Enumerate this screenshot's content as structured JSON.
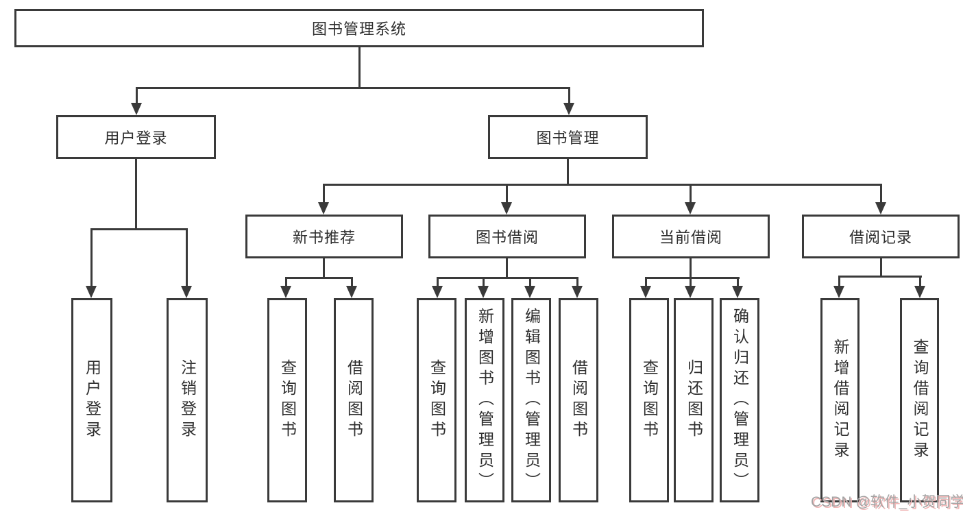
{
  "tree": {
    "root": {
      "label": "图书管理系统"
    },
    "branches": [
      {
        "label": "用户登录",
        "children": [
          {
            "label": "用户登录"
          },
          {
            "label": "注销登录"
          }
        ]
      },
      {
        "label": "图书管理",
        "children": [
          {
            "label": "新书推荐",
            "children": [
              {
                "label": "查询图书"
              },
              {
                "label": "借阅图书"
              }
            ]
          },
          {
            "label": "图书借阅",
            "children": [
              {
                "label": "查询图书"
              },
              {
                "label": "新增图书（管理员）"
              },
              {
                "label": "编辑图书（管理员）"
              },
              {
                "label": "借阅图书"
              }
            ]
          },
          {
            "label": "当前借阅",
            "children": [
              {
                "label": "查询图书"
              },
              {
                "label": "归还图书"
              },
              {
                "label": "确认归还（管理员）"
              }
            ]
          },
          {
            "label": "借阅记录",
            "children": [
              {
                "label": "新增借阅记录"
              },
              {
                "label": "查询借阅记录"
              }
            ]
          }
        ]
      }
    ]
  },
  "watermark": {
    "text": "CSDN @软件_小贺同学"
  },
  "colors": {
    "line": "#3a3a3a",
    "background": "#ffffff",
    "watermark_gray": "#a3a3a3",
    "watermark_pink": "#f0b4b4"
  }
}
